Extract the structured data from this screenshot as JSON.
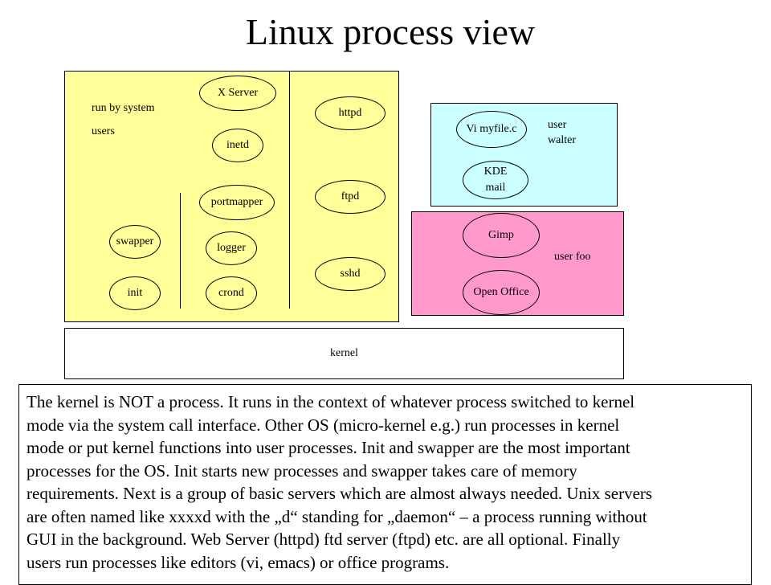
{
  "title": "Linux process view",
  "groups": {
    "system_label": "run by system\nusers",
    "walter_label": "user\nwalter",
    "foo_label": "user foo",
    "kernel_label": "kernel"
  },
  "processes": {
    "x_server": "X Server",
    "inetd": "inetd",
    "portmapper": "portmapper",
    "logger": "logger",
    "crond": "crond",
    "swapper": "swapper",
    "init": "init",
    "httpd": "httpd",
    "ftpd": "ftpd",
    "sshd": "sshd",
    "vi": "Vi myfile.c",
    "kde_mail": "KDE\nmail",
    "gimp": "Gimp",
    "open_office": "Open Office"
  },
  "note": "The kernel is NOT a process. It runs in the context of whatever process switched to kernel\nmode via the system call interface. Other OS (micro-kernel e.g.) run processes in kernel\nmode or put kernel functions into user processes. Init and swapper are the most important\nprocesses for the OS. Init starts new processes and swapper takes care of memory\nrequirements. Next is a group of basic servers which are almost always needed. Unix servers\nare often named like xxxxd with the „d“ standing for „daemon“ – a process running without\nGUI in the background. Web Server (httpd) ftd server (ftpd) etc. are all optional. Finally\nusers run processes like editors (vi, emacs) or office programs."
}
